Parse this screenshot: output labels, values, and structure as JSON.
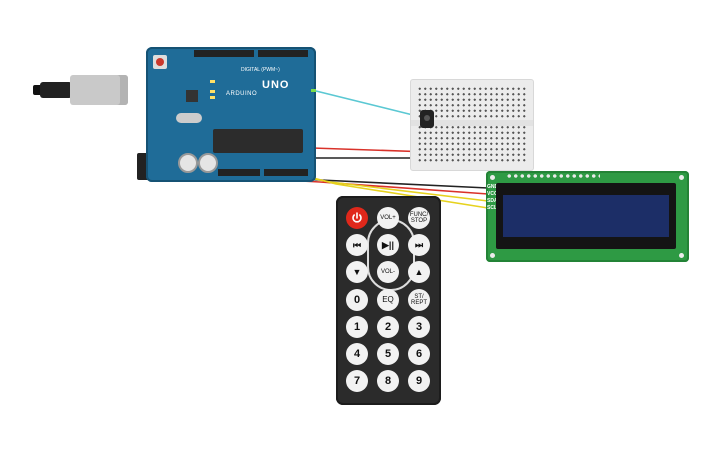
{
  "arduino": {
    "model_label": "UNO",
    "brand_label": "ARDUINO",
    "pwm_label": "DIGITAL (PWM~)"
  },
  "lcd": {
    "pin_labels": [
      "GND",
      "VCC",
      "SDA",
      "SCL"
    ]
  },
  "remote": {
    "buttons": {
      "vol_up": "VOL+",
      "func_stop": "FUNC/ STOP",
      "play_pause": "▶||",
      "prev": "⏮",
      "next": "⏭",
      "down": "▼",
      "vol_down": "VOL-",
      "up": "▲",
      "zero": "0",
      "eq": "EQ",
      "st_rept": "ST/ REPT",
      "one": "1",
      "two": "2",
      "three": "3",
      "four": "4",
      "five": "5",
      "six": "6",
      "seven": "7",
      "eight": "8",
      "nine": "9"
    }
  },
  "wires": {
    "colors": {
      "signal": "#5bc8d3",
      "power": "#d9322a",
      "ground": "#222222",
      "sda": "#e6d21e",
      "scl": "#e6d21e"
    }
  }
}
